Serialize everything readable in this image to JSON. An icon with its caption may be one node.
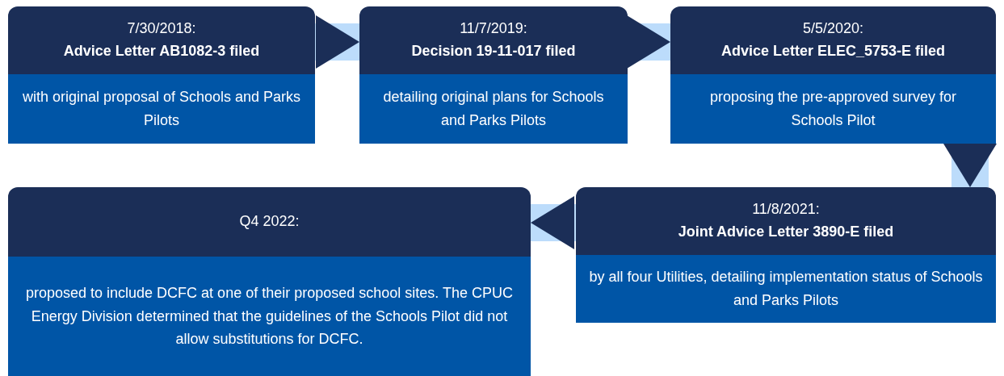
{
  "diagram": {
    "nodes": [
      {
        "text": [
          "7/30/2018:",
          "Advice Letter AB1082-3 filed",
          "with original proposal of Schools and Parks Pilots"
        ]
      },
      {
        "text": [
          "11/7/2019:",
          "Decision 19-11-017 filed",
          "detailing original plans for Schools and Parks Pilots"
        ]
      },
      {
        "text": [
          "5/5/2020:",
          "Advice Letter ELEC_5753-E filed",
          "proposing the pre-approved survey for Schools Pilot"
        ]
      },
      {
        "text": [
          "11/8/2021:",
          "Joint Advice Letter 3890-E filed",
          "by all four Utilities, detailing implementation status of Schools and Parks Pilots"
        ]
      },
      {
        "text": [
          "Q4 2022:",
          "proposed to include DCFC at one of their proposed school sites. The CPUC Energy Division determined that the guidelines of the Schools Pilot did not allow substitutions for DCFC."
        ]
      }
    ],
    "edges": [
      {
        "from": 0,
        "to": 1,
        "arrow": "to"
      },
      {
        "from": 1,
        "to": 2,
        "arrow": "to"
      },
      {
        "from": 2,
        "to": 3,
        "arrow": "to"
      },
      {
        "from": 3,
        "to": 4,
        "arrow": "to"
      }
    ]
  }
}
